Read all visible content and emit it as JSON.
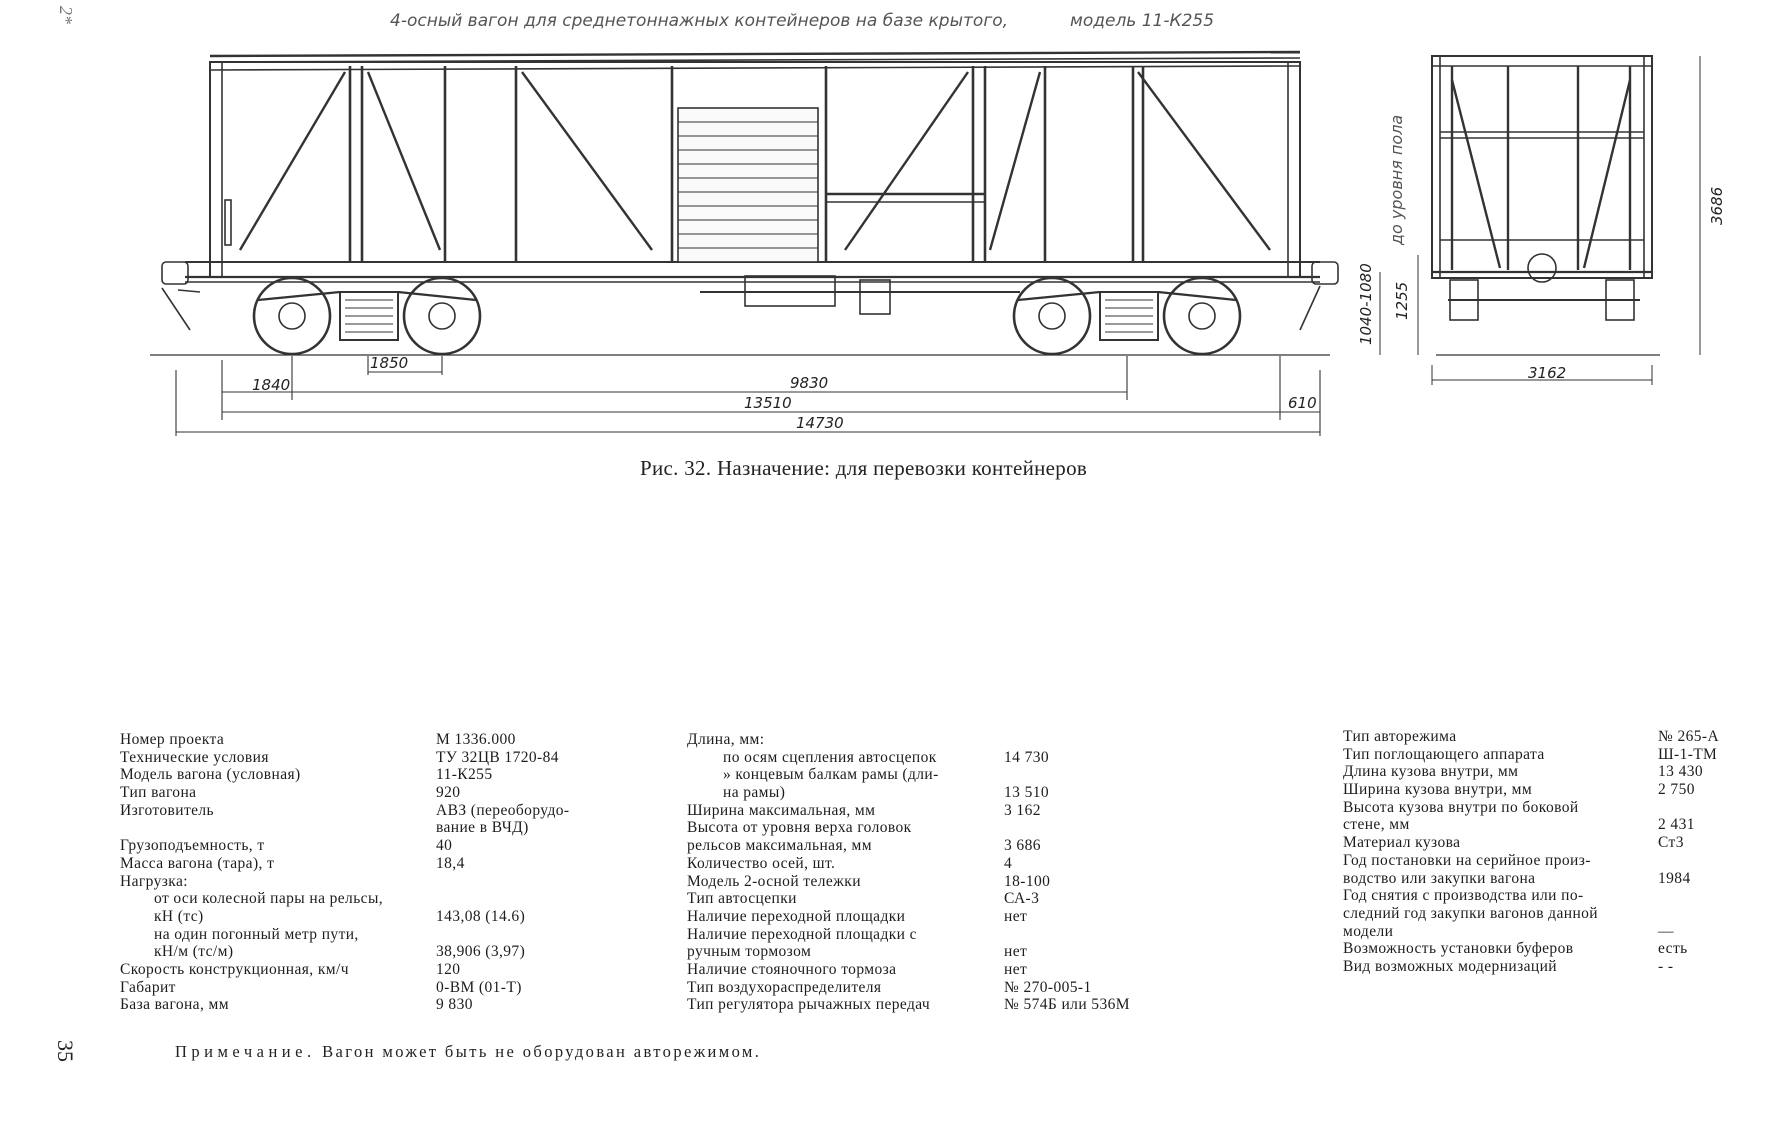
{
  "sheet": {
    "corner_mark": "2*",
    "page_number": "35",
    "handwritten_title": "4-осный вагон для среднетоннажных контейнеров на базе крытого,",
    "handwritten_model": "модель 11-К255",
    "side_note": "до уровня пола"
  },
  "dimensions": {
    "d1840": "1840",
    "d1850": "1850",
    "d9830": "9830",
    "d13510": "13510",
    "d14730": "14730",
    "d610": "610",
    "d3162": "3162",
    "d1255": "1255",
    "d3686": "3686",
    "d1080": "1040-1080"
  },
  "caption": "Рис. 32. Назначение: для перевозки контейнеров",
  "specs": {
    "col1": [
      {
        "label": "Номер проекта",
        "value": "М 1336.000"
      },
      {
        "label": "Технические условия",
        "value": "ТУ 32ЦВ 1720-84"
      },
      {
        "label": "Модель вагона (условная)",
        "value": "11-К255"
      },
      {
        "label": "Тип вагона",
        "value": "920"
      },
      {
        "label": "Изготовитель",
        "value": "АВЗ (переоборудо-"
      },
      {
        "label": "",
        "value": "вание в ВЧД)"
      },
      {
        "label": "Грузоподъемность, т",
        "value": "40"
      },
      {
        "label": "Масса вагона (тара), т",
        "value": "18,4"
      },
      {
        "label": "Нагрузка:",
        "value": ""
      },
      {
        "label": "от оси колесной пары на рельсы,",
        "value": "",
        "indent": true
      },
      {
        "label": "кН (тс)",
        "value": "143,08 (14.6)",
        "indent": true
      },
      {
        "label": "на один погонный метр пути,",
        "value": "",
        "indent": true
      },
      {
        "label": "кН/м (тс/м)",
        "value": "38,906 (3,97)",
        "indent": true
      },
      {
        "label": "Скорость конструкционная, км/ч",
        "value": "120"
      },
      {
        "label": "Габарит",
        "value": "0-ВМ (01-Т)"
      },
      {
        "label": "База вагона, мм",
        "value": "9 830"
      }
    ],
    "col2": [
      {
        "label": "Длина, мм:",
        "value": ""
      },
      {
        "label": "по осям сцепления автосцепок",
        "value": "14 730",
        "indent": true
      },
      {
        "label": "» концевым балкам рамы (дли-",
        "value": "",
        "indent": true
      },
      {
        "label": "на рамы)",
        "value": "13 510",
        "indent": true
      },
      {
        "label": "Ширина максимальная, мм",
        "value": "3 162"
      },
      {
        "label": "Высота от уровня верха головок",
        "value": ""
      },
      {
        "label": "рельсов максимальная, мм",
        "value": "3 686"
      },
      {
        "label": "Количество осей, шт.",
        "value": "4"
      },
      {
        "label": "Модель 2-осной тележки",
        "value": "18-100"
      },
      {
        "label": "Тип автосцепки",
        "value": "СА-3"
      },
      {
        "label": "Наличие переходной площадки",
        "value": "нет"
      },
      {
        "label": "Наличие переходной площадки с",
        "value": ""
      },
      {
        "label": "ручным тормозом",
        "value": "нет"
      },
      {
        "label": "Наличие стояночного тормоза",
        "value": "нет"
      },
      {
        "label": "Тип воздухораспределителя",
        "value": "№ 270-005-1"
      },
      {
        "label": "Тип регулятора рычажных передач",
        "value": "№ 574Б или 536М"
      }
    ],
    "col3": [
      {
        "label": "Тип авторежима",
        "value": "№ 265-А"
      },
      {
        "label": "Тип поглощающего аппарата",
        "value": "Ш-1-ТМ"
      },
      {
        "label": "Длина кузова внутри, мм",
        "value": "13 430"
      },
      {
        "label": "Ширина кузова внутри, мм",
        "value": "2 750"
      },
      {
        "label": "Высота кузова внутри по боковой",
        "value": ""
      },
      {
        "label": "стене, мм",
        "value": "2 431"
      },
      {
        "label": "Материал кузова",
        "value": "Ст3"
      },
      {
        "label": "Год постановки на серийное произ-",
        "value": ""
      },
      {
        "label": "водство или закупки вагона",
        "value": "1984"
      },
      {
        "label": "Год снятия с производства или по-",
        "value": ""
      },
      {
        "label": "следний год закупки вагонов данной",
        "value": ""
      },
      {
        "label": "модели",
        "value": "—"
      },
      {
        "label": "Возможность установки буферов",
        "value": "есть"
      },
      {
        "label": "Вид возможных модернизаций",
        "value": "- -"
      }
    ]
  },
  "note": {
    "lead": "Примечание.",
    "text": " Вагон может быть не оборудован авторежимом."
  }
}
